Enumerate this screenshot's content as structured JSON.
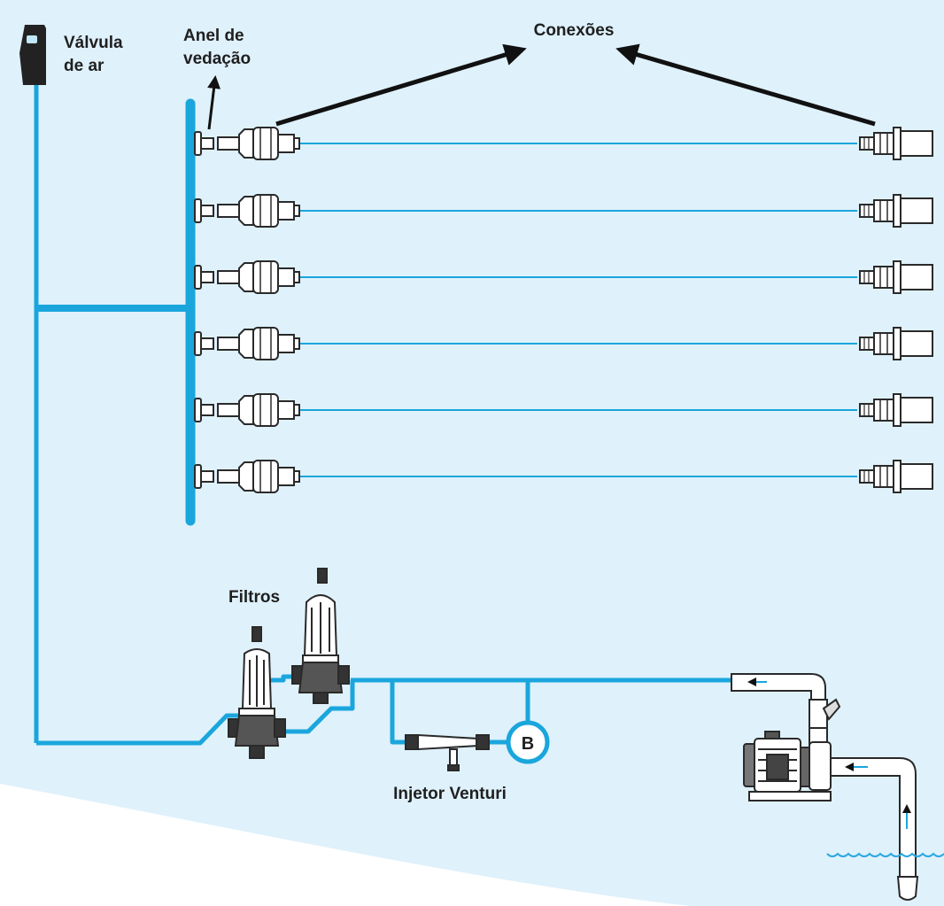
{
  "labels": {
    "air_valve": [
      "Válvula",
      "de ar"
    ],
    "seal_ring": [
      "Anel de",
      "vedação"
    ],
    "connections": "Conexões",
    "filters": "Filtros",
    "venturi": "Injetor Venturi",
    "pump": "B"
  },
  "colors": {
    "background": "#dff1fb",
    "pipe": "#1aa6dc",
    "outline": "#2a2a2a",
    "water": "#2aa8e0"
  },
  "lateral_lines": 6
}
